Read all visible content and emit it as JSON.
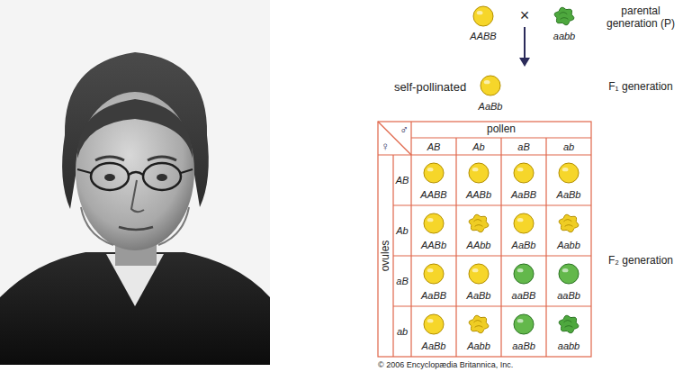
{
  "diagram": {
    "labels": [
      "AABB",
      "×",
      "aabb",
      "parental generation (P)",
      "self-pollinated",
      "AaBb",
      "F₁ generation",
      "♂",
      "♀",
      "pollen",
      "AB",
      "Ab",
      "aB",
      "ab",
      "ovules",
      "AB",
      "AABB",
      "AABb",
      "AaBB",
      "AaBb",
      "Ab",
      "AABb",
      "AAbb",
      "AaBb",
      "Aabb",
      "aB",
      "AaBB",
      "AaBb",
      "aaBB",
      "aaBb",
      "ab",
      "AaBb",
      "Aabb",
      "aaBb",
      "aabb",
      "F₂ generation",
      "© 2006 Encyclopædia Britannica, Inc."
    ]
  }
}
